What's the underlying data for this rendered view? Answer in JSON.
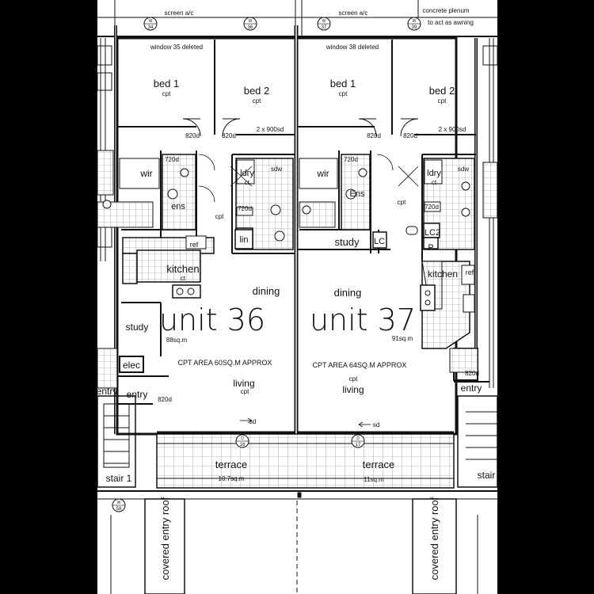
{
  "top_labels": {
    "screen_ac_left": "screen a/c",
    "screen_ac_right": "screen a/c",
    "concrete_plenum": "concrete plenum",
    "to_act_as_awning": "to act as awning"
  },
  "window_tags": {
    "w34": "34",
    "w36": "36",
    "w37": "37",
    "w39": "39",
    "w58": "58"
  },
  "door_tags": {
    "d16": "16",
    "d17": "17"
  },
  "unit36": {
    "name": "unit 36",
    "area": "88sq.m",
    "window_note": "window 35 deleted",
    "bed1": "bed 1",
    "bed2": "bed 2",
    "cpt": "cpt",
    "door_820_a": "820d",
    "door_820_b": "820d",
    "door_sd": "2 x 900sd",
    "door_720_a": "720d",
    "door_720_b": "720d",
    "wir": "wir",
    "ens": "ens",
    "ldry": "ldry",
    "ldry_ct": "ct",
    "sdw": "sdw",
    "lin": "lin",
    "ref": "ref",
    "kitchen": "kitchen",
    "kitchen_ct": "ct",
    "dining": "dining",
    "study": "study",
    "elec": "elec",
    "entry": "entry",
    "door_820_entry": "820d",
    "cpt_area": "CPT AREA 60SQ.M APPROX",
    "living": "living",
    "living_cpt": "cpt",
    "sd": "sd",
    "terrace": "terrace",
    "terrace_area": "10.7sq.m",
    "stair": "stair 1"
  },
  "unit37": {
    "name": "unit 37",
    "area": "91sq.m",
    "window_note": "window 38 deleted",
    "bed1": "bed 1",
    "bed2": "bed 2",
    "cpt": "cpt",
    "door_820_a": "820d",
    "door_820_b": "820d",
    "door_sd": "2 x 900sd",
    "door_720_a": "720d",
    "door_720_b": "720d",
    "wir": "wir",
    "ens": "Ens",
    "ldry": "ldry",
    "ldry_ct": "ct",
    "sdw": "sdw",
    "study": "study",
    "lc": "LC",
    "lc2": "LC2",
    "p": "P",
    "kitchen": "kitchen",
    "ref": "ref",
    "dining": "dining",
    "cpt_area": "CPT AREA 64SQ.M APPROX",
    "living": "living",
    "living_cpt": "cpt",
    "door_820_entry": "820d",
    "entry": "entry",
    "sd": "sd",
    "terrace": "terrace",
    "terrace_area": "11sq.m",
    "stair": "stair"
  },
  "left_edge": {
    "entry": "entry"
  },
  "bottom": {
    "covered_entry_roof_left": "covered entry roof",
    "covered_entry_roof_right": "covered entry roof"
  }
}
